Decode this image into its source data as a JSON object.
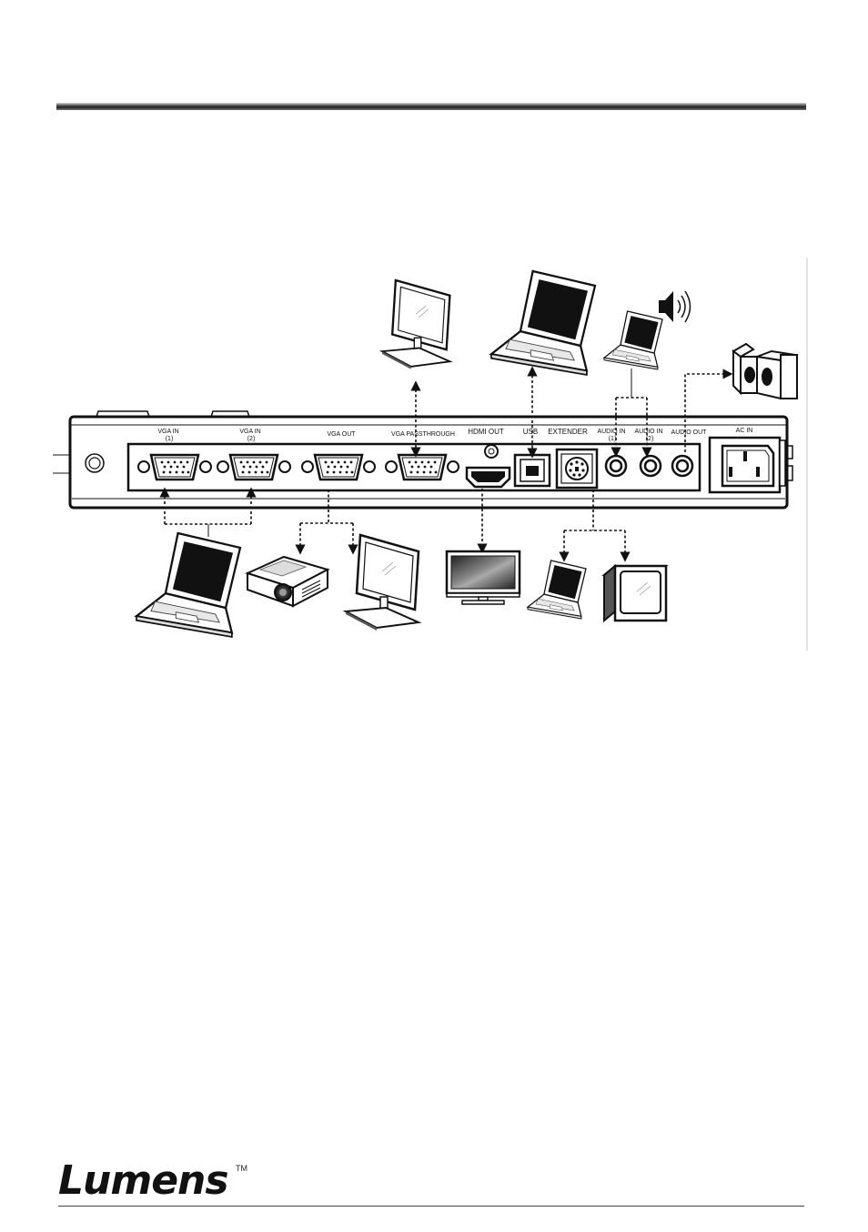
{
  "ports": {
    "vga_in_1": "VGA IN\n(1)",
    "vga_in_2": "VGA IN\n(2)",
    "vga_out": "VGA OUT",
    "vga_passthrough": "VGA PASSTHROUGH",
    "hdmi_out": "HDMI OUT",
    "usb": "USB",
    "extender": "EXTENDER",
    "audio_in_1": "AUDIO IN\n(1)",
    "audio_in_2": "AUDIO IN\n(2)",
    "audio_out": "AUDIO OUT",
    "ac_in": "AC IN"
  },
  "brand": {
    "name": "Lumens",
    "trademark": "TM"
  },
  "icons": {
    "monitor": "monitor-icon",
    "laptop": "laptop-icon",
    "projector": "projector-icon",
    "tv": "flat-tv-icon",
    "crt": "crt-tv-icon",
    "speakers": "speakers-icon",
    "sound": "speaker-sound-icon"
  },
  "colors": {
    "ink": "#111111",
    "device_face": "#ffffff"
  }
}
